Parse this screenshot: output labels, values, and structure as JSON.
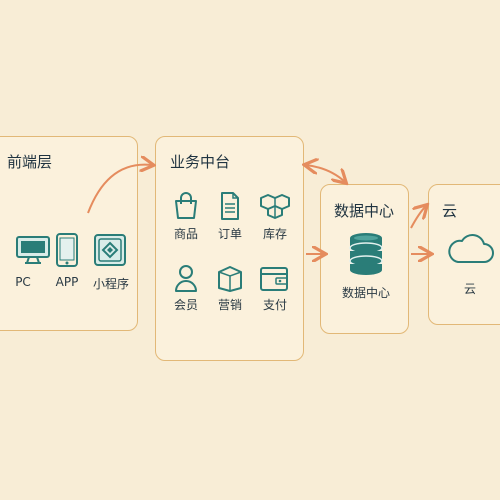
{
  "frontend": {
    "title": "前端层",
    "items": [
      {
        "label": "PC",
        "icon": "monitor-icon"
      },
      {
        "label": "APP",
        "icon": "phone-icon"
      },
      {
        "label": "小程序",
        "icon": "mini-program-icon"
      }
    ]
  },
  "business": {
    "title": "业务中台",
    "items": [
      {
        "label": "商品",
        "icon": "shopping-bag-icon"
      },
      {
        "label": "订单",
        "icon": "document-icon"
      },
      {
        "label": "库存",
        "icon": "boxes-icon"
      },
      {
        "label": "会员",
        "icon": "user-icon"
      },
      {
        "label": "营销",
        "icon": "gift-box-icon"
      },
      {
        "label": "支付",
        "icon": "wallet-icon"
      }
    ]
  },
  "data_center": {
    "title": "数据中心",
    "label": "数据中心",
    "icon": "database-icon"
  },
  "cloud": {
    "title": "云",
    "label": "云",
    "icon": "cloud-icon"
  },
  "colors": {
    "background": "#f8edd6",
    "box_fill": "#fbf1dc",
    "box_border": "#e2b877",
    "icon_teal": "#2a7d78",
    "arrow": "#e58c5e",
    "text": "#1f3340"
  }
}
